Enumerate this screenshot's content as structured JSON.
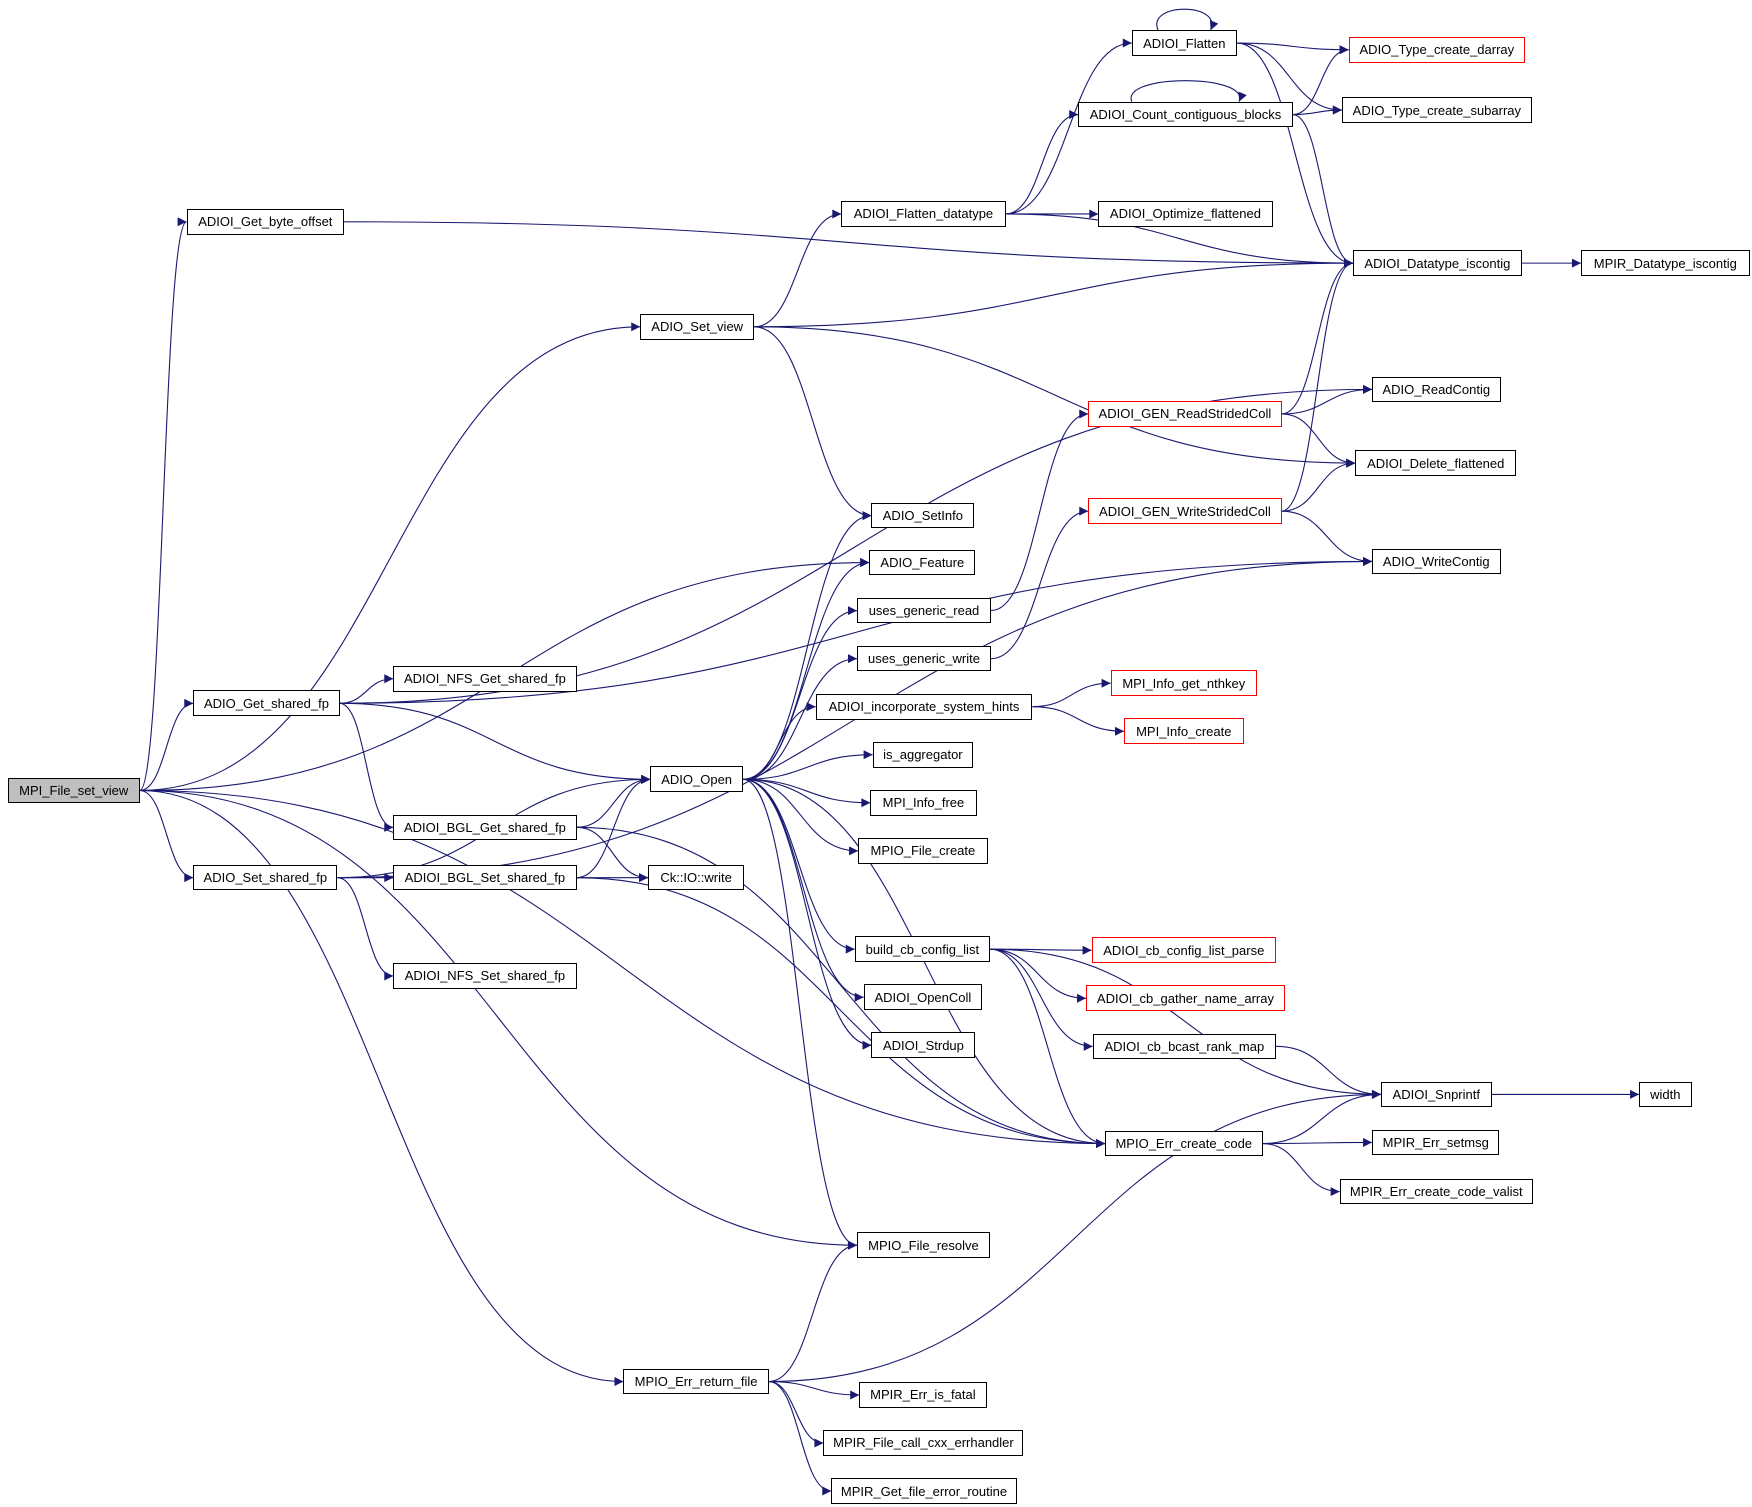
{
  "title": "MPI_File_set_view call graph",
  "colors": {
    "edge": "#191970",
    "node_border": "#000000",
    "undocumented_border": "#ff0000",
    "root_fill": "#bfbfbf"
  },
  "nodes": [
    {
      "id": "MPI_File_set_view",
      "label": "MPI_File_set_view",
      "root": true
    },
    {
      "id": "ADIOI_Get_byte_offset",
      "label": "ADIOI_Get_byte_offset"
    },
    {
      "id": "ADIO_Set_view",
      "label": "ADIO_Set_view"
    },
    {
      "id": "ADIO_Get_shared_fp",
      "label": "ADIO_Get_shared_fp"
    },
    {
      "id": "ADIO_Set_shared_fp",
      "label": "ADIO_Set_shared_fp"
    },
    {
      "id": "ADIOI_NFS_Get_shared_fp",
      "label": "ADIOI_NFS_Get_shared_fp"
    },
    {
      "id": "ADIOI_BGL_Get_shared_fp",
      "label": "ADIOI_BGL_Get_shared_fp"
    },
    {
      "id": "ADIOI_BGL_Set_shared_fp",
      "label": "ADIOI_BGL_Set_shared_fp"
    },
    {
      "id": "ADIOI_NFS_Set_shared_fp",
      "label": "ADIOI_NFS_Set_shared_fp"
    },
    {
      "id": "ADIO_Open",
      "label": "ADIO_Open"
    },
    {
      "id": "Ck_IO_write",
      "label": "Ck::IO::write"
    },
    {
      "id": "MPIO_Err_return_file",
      "label": "MPIO_Err_return_file"
    },
    {
      "id": "ADIOI_Flatten_datatype",
      "label": "ADIOI_Flatten_datatype"
    },
    {
      "id": "ADIO_SetInfo",
      "label": "ADIO_SetInfo"
    },
    {
      "id": "ADIO_Feature",
      "label": "ADIO_Feature"
    },
    {
      "id": "uses_generic_read",
      "label": "uses_generic_read"
    },
    {
      "id": "uses_generic_write",
      "label": "uses_generic_write"
    },
    {
      "id": "ADIOI_incorporate_system_hints",
      "label": "ADIOI_incorporate_system_hints"
    },
    {
      "id": "is_aggregator",
      "label": "is_aggregator"
    },
    {
      "id": "MPI_Info_free",
      "label": "MPI_Info_free"
    },
    {
      "id": "MPIO_File_create",
      "label": "MPIO_File_create"
    },
    {
      "id": "build_cb_config_list",
      "label": "build_cb_config_list"
    },
    {
      "id": "ADIOI_OpenColl",
      "label": "ADIOI_OpenColl"
    },
    {
      "id": "ADIOI_Strdup",
      "label": "ADIOI_Strdup"
    },
    {
      "id": "MPIO_File_resolve",
      "label": "MPIO_File_resolve"
    },
    {
      "id": "MPIR_Err_is_fatal",
      "label": "MPIR_Err_is_fatal"
    },
    {
      "id": "MPIR_File_call_cxx_errhandler",
      "label": "MPIR_File_call_cxx_errhandler"
    },
    {
      "id": "MPIR_Get_file_error_routine",
      "label": "MPIR_Get_file_error_routine"
    },
    {
      "id": "ADIOI_Flatten",
      "label": "ADIOI_Flatten"
    },
    {
      "id": "ADIOI_Count_contiguous_blocks",
      "label": "ADIOI_Count_contiguous_blocks"
    },
    {
      "id": "ADIOI_Optimize_flattened",
      "label": "ADIOI_Optimize_flattened"
    },
    {
      "id": "ADIOI_GEN_ReadStridedColl",
      "label": "ADIOI_GEN_ReadStridedColl",
      "red": true
    },
    {
      "id": "ADIOI_GEN_WriteStridedColl",
      "label": "ADIOI_GEN_WriteStridedColl",
      "red": true
    },
    {
      "id": "MPI_Info_get_nthkey",
      "label": "MPI_Info_get_nthkey",
      "red": true
    },
    {
      "id": "MPI_Info_create",
      "label": "MPI_Info_create",
      "red": true
    },
    {
      "id": "ADIOI_cb_config_list_parse",
      "label": "ADIOI_cb_config_list_parse",
      "red": true
    },
    {
      "id": "ADIOI_cb_gather_name_array",
      "label": "ADIOI_cb_gather_name_array",
      "red": true
    },
    {
      "id": "ADIOI_cb_bcast_rank_map",
      "label": "ADIOI_cb_bcast_rank_map"
    },
    {
      "id": "MPIO_Err_create_code",
      "label": "MPIO_Err_create_code"
    },
    {
      "id": "ADIO_Type_create_darray",
      "label": "ADIO_Type_create_darray",
      "red": true
    },
    {
      "id": "ADIO_Type_create_subarray",
      "label": "ADIO_Type_create_subarray"
    },
    {
      "id": "ADIOI_Datatype_iscontig",
      "label": "ADIOI_Datatype_iscontig"
    },
    {
      "id": "ADIO_ReadContig",
      "label": "ADIO_ReadContig"
    },
    {
      "id": "ADIOI_Delete_flattened",
      "label": "ADIOI_Delete_flattened"
    },
    {
      "id": "ADIO_WriteContig",
      "label": "ADIO_WriteContig"
    },
    {
      "id": "ADIOI_Snprintf",
      "label": "ADIOI_Snprintf"
    },
    {
      "id": "MPIR_Err_setmsg",
      "label": "MPIR_Err_setmsg"
    },
    {
      "id": "MPIR_Err_create_code_valist",
      "label": "MPIR_Err_create_code_valist"
    },
    {
      "id": "MPIR_Datatype_iscontig",
      "label": "MPIR_Datatype_iscontig"
    },
    {
      "id": "width",
      "label": "width"
    }
  ],
  "edges": [
    [
      "MPI_File_set_view",
      "ADIOI_Get_byte_offset"
    ],
    [
      "MPI_File_set_view",
      "ADIO_Set_view"
    ],
    [
      "MPI_File_set_view",
      "ADIO_Get_shared_fp"
    ],
    [
      "MPI_File_set_view",
      "ADIO_Set_shared_fp"
    ],
    [
      "MPI_File_set_view",
      "ADIO_Feature"
    ],
    [
      "MPI_File_set_view",
      "MPIO_File_resolve"
    ],
    [
      "MPI_File_set_view",
      "MPIO_Err_return_file"
    ],
    [
      "MPI_File_set_view",
      "MPIO_Err_create_code"
    ],
    [
      "ADIOI_Get_byte_offset",
      "ADIOI_Datatype_iscontig"
    ],
    [
      "ADIO_Set_view",
      "ADIOI_Flatten_datatype"
    ],
    [
      "ADIO_Set_view",
      "ADIOI_Datatype_iscontig"
    ],
    [
      "ADIO_Set_view",
      "ADIO_SetInfo"
    ],
    [
      "ADIO_Set_view",
      "ADIOI_Delete_flattened"
    ],
    [
      "ADIO_Get_shared_fp",
      "ADIOI_NFS_Get_shared_fp"
    ],
    [
      "ADIO_Get_shared_fp",
      "ADIOI_BGL_Get_shared_fp"
    ],
    [
      "ADIO_Get_shared_fp",
      "ADIO_Open"
    ],
    [
      "ADIO_Get_shared_fp",
      "ADIO_ReadContig"
    ],
    [
      "ADIO_Get_shared_fp",
      "ADIO_WriteContig"
    ],
    [
      "ADIO_Set_shared_fp",
      "ADIOI_BGL_Set_shared_fp"
    ],
    [
      "ADIO_Set_shared_fp",
      "ADIOI_NFS_Set_shared_fp"
    ],
    [
      "ADIO_Set_shared_fp",
      "ADIO_Open"
    ],
    [
      "ADIO_Set_shared_fp",
      "ADIO_WriteContig"
    ],
    [
      "ADIOI_BGL_Get_shared_fp",
      "ADIO_Open"
    ],
    [
      "ADIOI_BGL_Get_shared_fp",
      "Ck_IO_write"
    ],
    [
      "ADIOI_BGL_Get_shared_fp",
      "MPIO_Err_create_code"
    ],
    [
      "ADIOI_BGL_Set_shared_fp",
      "ADIO_Open"
    ],
    [
      "ADIOI_BGL_Set_shared_fp",
      "Ck_IO_write"
    ],
    [
      "ADIOI_BGL_Set_shared_fp",
      "MPIO_Err_create_code"
    ],
    [
      "ADIO_Open",
      "ADIO_SetInfo"
    ],
    [
      "ADIO_Open",
      "ADIO_Feature"
    ],
    [
      "ADIO_Open",
      "uses_generic_read"
    ],
    [
      "ADIO_Open",
      "uses_generic_write"
    ],
    [
      "ADIO_Open",
      "ADIOI_incorporate_system_hints"
    ],
    [
      "ADIO_Open",
      "is_aggregator"
    ],
    [
      "ADIO_Open",
      "MPI_Info_free"
    ],
    [
      "ADIO_Open",
      "MPIO_File_create"
    ],
    [
      "ADIO_Open",
      "build_cb_config_list"
    ],
    [
      "ADIO_Open",
      "ADIOI_OpenColl"
    ],
    [
      "ADIO_Open",
      "ADIOI_Strdup"
    ],
    [
      "ADIO_Open",
      "MPIO_File_resolve"
    ],
    [
      "ADIO_Open",
      "MPIO_Err_create_code"
    ],
    [
      "uses_generic_read",
      "ADIOI_GEN_ReadStridedColl"
    ],
    [
      "uses_generic_write",
      "ADIOI_GEN_WriteStridedColl"
    ],
    [
      "ADIOI_incorporate_system_hints",
      "MPI_Info_get_nthkey"
    ],
    [
      "ADIOI_incorporate_system_hints",
      "MPI_Info_create"
    ],
    [
      "build_cb_config_list",
      "ADIOI_cb_config_list_parse"
    ],
    [
      "build_cb_config_list",
      "ADIOI_cb_gather_name_array"
    ],
    [
      "build_cb_config_list",
      "ADIOI_cb_bcast_rank_map"
    ],
    [
      "build_cb_config_list",
      "MPIO_Err_create_code"
    ],
    [
      "build_cb_config_list",
      "ADIOI_Snprintf"
    ],
    [
      "ADIOI_cb_bcast_rank_map",
      "ADIOI_Snprintf"
    ],
    [
      "MPIO_Err_create_code",
      "ADIOI_Snprintf"
    ],
    [
      "MPIO_Err_create_code",
      "MPIR_Err_setmsg"
    ],
    [
      "MPIO_Err_create_code",
      "MPIR_Err_create_code_valist"
    ],
    [
      "MPIO_Err_return_file",
      "MPIO_File_resolve"
    ],
    [
      "MPIO_Err_return_file",
      "ADIOI_Snprintf"
    ],
    [
      "MPIO_Err_return_file",
      "MPIR_Err_is_fatal"
    ],
    [
      "MPIO_Err_return_file",
      "MPIR_File_call_cxx_errhandler"
    ],
    [
      "MPIO_Err_return_file",
      "MPIR_Get_file_error_routine"
    ],
    [
      "ADIOI_Flatten_datatype",
      "ADIOI_Flatten"
    ],
    [
      "ADIOI_Flatten_datatype",
      "ADIOI_Count_contiguous_blocks"
    ],
    [
      "ADIOI_Flatten_datatype",
      "ADIOI_Optimize_flattened"
    ],
    [
      "ADIOI_Flatten_datatype",
      "ADIOI_Datatype_iscontig"
    ],
    [
      "ADIOI_Flatten",
      "ADIOI_Flatten"
    ],
    [
      "ADIOI_Flatten",
      "ADIO_Type_create_darray"
    ],
    [
      "ADIOI_Flatten",
      "ADIO_Type_create_subarray"
    ],
    [
      "ADIOI_Flatten",
      "ADIOI_Datatype_iscontig"
    ],
    [
      "ADIOI_Count_contiguous_blocks",
      "ADIOI_Count_contiguous_blocks"
    ],
    [
      "ADIOI_Count_contiguous_blocks",
      "ADIO_Type_create_darray"
    ],
    [
      "ADIOI_Count_contiguous_blocks",
      "ADIO_Type_create_subarray"
    ],
    [
      "ADIOI_Count_contiguous_blocks",
      "ADIOI_Datatype_iscontig"
    ],
    [
      "ADIOI_GEN_ReadStridedColl",
      "ADIOI_Datatype_iscontig"
    ],
    [
      "ADIOI_GEN_ReadStridedColl",
      "ADIO_ReadContig"
    ],
    [
      "ADIOI_GEN_ReadStridedColl",
      "ADIOI_Delete_flattened"
    ],
    [
      "ADIOI_GEN_WriteStridedColl",
      "ADIOI_Datatype_iscontig"
    ],
    [
      "ADIOI_GEN_WriteStridedColl",
      "ADIOI_Delete_flattened"
    ],
    [
      "ADIOI_GEN_WriteStridedColl",
      "ADIO_WriteContig"
    ],
    [
      "ADIOI_Datatype_iscontig",
      "MPIR_Datatype_iscontig"
    ],
    [
      "ADIOI_Snprintf",
      "width"
    ]
  ]
}
